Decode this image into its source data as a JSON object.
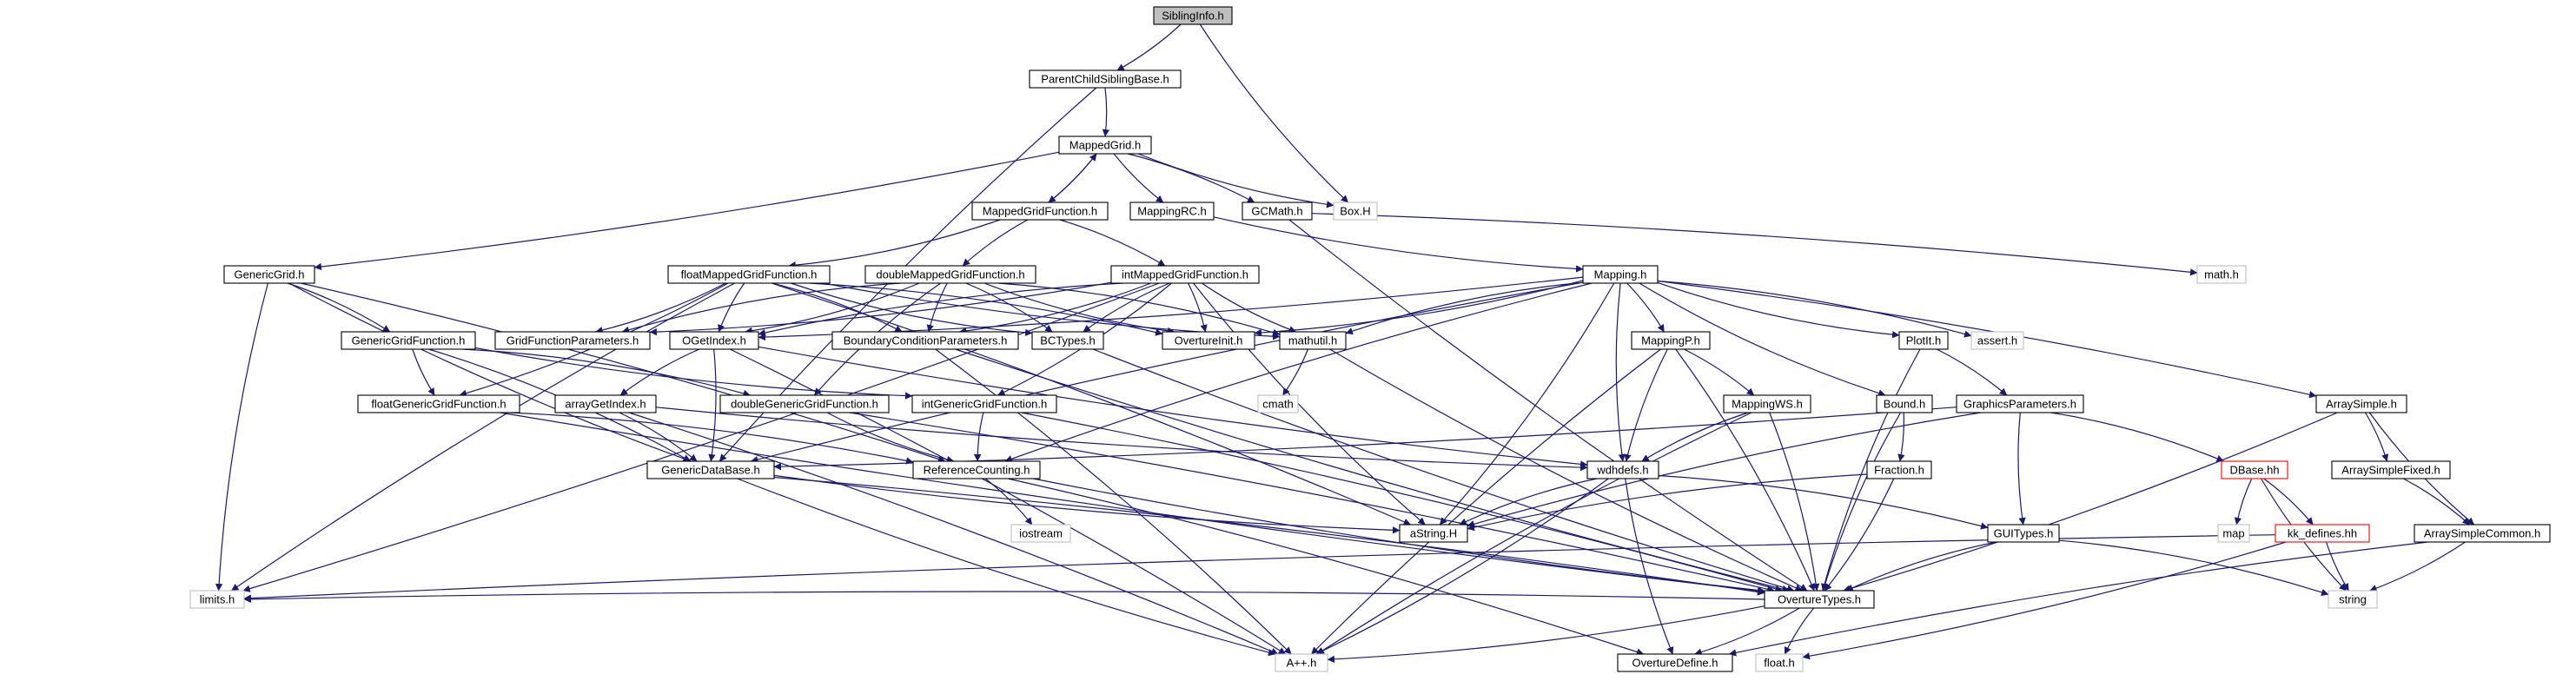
{
  "graph": {
    "nodes": [
      {
        "id": "SiblingInfo",
        "label": "SiblingInfo.h",
        "kind": "root"
      },
      {
        "id": "ParentChildSiblingBase",
        "label": "ParentChildSiblingBase.h",
        "kind": "normal"
      },
      {
        "id": "MappedGrid",
        "label": "MappedGrid.h",
        "kind": "normal"
      },
      {
        "id": "BoxH",
        "label": "Box.H",
        "kind": "external"
      },
      {
        "id": "MappedGridFunction",
        "label": "MappedGridFunction.h",
        "kind": "normal"
      },
      {
        "id": "MappingRC",
        "label": "MappingRC.h",
        "kind": "normal"
      },
      {
        "id": "GCMath",
        "label": "GCMath.h",
        "kind": "normal"
      },
      {
        "id": "mathh",
        "label": "math.h",
        "kind": "external"
      },
      {
        "id": "GenericGrid",
        "label": "GenericGrid.h",
        "kind": "normal"
      },
      {
        "id": "floatMappedGridFunction",
        "label": "floatMappedGridFunction.h",
        "kind": "normal"
      },
      {
        "id": "doubleMappedGridFunction",
        "label": "doubleMappedGridFunction.h",
        "kind": "normal"
      },
      {
        "id": "intMappedGridFunction",
        "label": "intMappedGridFunction.h",
        "kind": "normal"
      },
      {
        "id": "Mapping",
        "label": "Mapping.h",
        "kind": "normal"
      },
      {
        "id": "GenericGridFunction",
        "label": "GenericGridFunction.h",
        "kind": "normal"
      },
      {
        "id": "GridFunctionParameters",
        "label": "GridFunctionParameters.h",
        "kind": "normal"
      },
      {
        "id": "OGetIndex",
        "label": "OGetIndex.h",
        "kind": "normal"
      },
      {
        "id": "BoundaryConditionParameters",
        "label": "BoundaryConditionParameters.h",
        "kind": "normal"
      },
      {
        "id": "BCTypes",
        "label": "BCTypes.h",
        "kind": "normal"
      },
      {
        "id": "OvertureInit",
        "label": "OvertureInit.h",
        "kind": "normal"
      },
      {
        "id": "mathutil",
        "label": "mathutil.h",
        "kind": "normal"
      },
      {
        "id": "MappingP",
        "label": "MappingP.h",
        "kind": "normal"
      },
      {
        "id": "PlotIt",
        "label": "PlotIt.h",
        "kind": "normal"
      },
      {
        "id": "asserth",
        "label": "assert.h",
        "kind": "external"
      },
      {
        "id": "floatGenericGridFunction",
        "label": "floatGenericGridFunction.h",
        "kind": "normal"
      },
      {
        "id": "arrayGetIndex",
        "label": "arrayGetIndex.h",
        "kind": "normal"
      },
      {
        "id": "doubleGenericGridFunction",
        "label": "doubleGenericGridFunction.h",
        "kind": "normal"
      },
      {
        "id": "intGenericGridFunction",
        "label": "intGenericGridFunction.h",
        "kind": "normal"
      },
      {
        "id": "cmath",
        "label": "cmath",
        "kind": "external"
      },
      {
        "id": "MappingWS",
        "label": "MappingWS.h",
        "kind": "normal"
      },
      {
        "id": "Bound",
        "label": "Bound.h",
        "kind": "normal"
      },
      {
        "id": "GraphicsParameters",
        "label": "GraphicsParameters.h",
        "kind": "normal"
      },
      {
        "id": "ArraySimple",
        "label": "ArraySimple.h",
        "kind": "normal"
      },
      {
        "id": "GenericDataBase",
        "label": "GenericDataBase.h",
        "kind": "normal"
      },
      {
        "id": "ReferenceCounting",
        "label": "ReferenceCounting.h",
        "kind": "normal"
      },
      {
        "id": "wdhdefs",
        "label": "wdhdefs.h",
        "kind": "normal"
      },
      {
        "id": "Fraction",
        "label": "Fraction.h",
        "kind": "normal"
      },
      {
        "id": "DBase",
        "label": "DBase.hh",
        "kind": "truncated"
      },
      {
        "id": "ArraySimpleFixed",
        "label": "ArraySimpleFixed.h",
        "kind": "normal"
      },
      {
        "id": "aStringH",
        "label": "aString.H",
        "kind": "normal"
      },
      {
        "id": "iostream",
        "label": "iostream",
        "kind": "external"
      },
      {
        "id": "GUITypes",
        "label": "GUITypes.h",
        "kind": "normal"
      },
      {
        "id": "map",
        "label": "map",
        "kind": "external"
      },
      {
        "id": "kkdefines",
        "label": "kk_defines.hh",
        "kind": "truncated"
      },
      {
        "id": "ArraySimpleCommon",
        "label": "ArraySimpleCommon.h",
        "kind": "normal"
      },
      {
        "id": "limitsh",
        "label": "limits.h",
        "kind": "external"
      },
      {
        "id": "OvertureTypes",
        "label": "OvertureTypes.h",
        "kind": "normal"
      },
      {
        "id": "string",
        "label": "string",
        "kind": "external"
      },
      {
        "id": "Appph",
        "label": "A++.h",
        "kind": "external"
      },
      {
        "id": "OvertureDefine",
        "label": "OvertureDefine.h",
        "kind": "normal"
      },
      {
        "id": "floath",
        "label": "float.h",
        "kind": "external"
      }
    ],
    "edges": [
      [
        "SiblingInfo",
        "ParentChildSiblingBase"
      ],
      [
        "SiblingInfo",
        "BoxH"
      ],
      [
        "ParentChildSiblingBase",
        "MappedGrid"
      ],
      [
        "ParentChildSiblingBase",
        "GenericDataBase"
      ],
      [
        "MappedGrid",
        "MappedGridFunction"
      ],
      [
        "MappedGrid",
        "MappingRC"
      ],
      [
        "MappedGrid",
        "GCMath"
      ],
      [
        "MappedGrid",
        "BoxH"
      ],
      [
        "MappedGrid",
        "GenericGrid"
      ],
      [
        "MappedGridFunction",
        "MappedGrid"
      ],
      [
        "MappedGridFunction",
        "floatMappedGridFunction"
      ],
      [
        "MappedGridFunction",
        "doubleMappedGridFunction"
      ],
      [
        "MappedGridFunction",
        "intMappedGridFunction"
      ],
      [
        "MappingRC",
        "Mapping"
      ],
      [
        "GCMath",
        "mathh"
      ],
      [
        "GCMath",
        "OvertureTypes"
      ],
      [
        "GenericGrid",
        "GenericGridFunction"
      ],
      [
        "GenericGrid",
        "GenericDataBase"
      ],
      [
        "GenericGrid",
        "ReferenceCounting"
      ],
      [
        "GenericGrid",
        "limitsh"
      ],
      [
        "floatMappedGridFunction",
        "GridFunctionParameters"
      ],
      [
        "floatMappedGridFunction",
        "OGetIndex"
      ],
      [
        "floatMappedGridFunction",
        "BoundaryConditionParameters"
      ],
      [
        "floatMappedGridFunction",
        "BCTypes"
      ],
      [
        "floatMappedGridFunction",
        "OvertureInit"
      ],
      [
        "floatMappedGridFunction",
        "mathutil"
      ],
      [
        "floatMappedGridFunction",
        "floatGenericGridFunction"
      ],
      [
        "floatMappedGridFunction",
        "limitsh"
      ],
      [
        "floatMappedGridFunction",
        "aStringH"
      ],
      [
        "doubleMappedGridFunction",
        "GridFunctionParameters"
      ],
      [
        "doubleMappedGridFunction",
        "OGetIndex"
      ],
      [
        "doubleMappedGridFunction",
        "BoundaryConditionParameters"
      ],
      [
        "doubleMappedGridFunction",
        "BCTypes"
      ],
      [
        "doubleMappedGridFunction",
        "OvertureInit"
      ],
      [
        "doubleMappedGridFunction",
        "mathutil"
      ],
      [
        "doubleMappedGridFunction",
        "doubleGenericGridFunction"
      ],
      [
        "intMappedGridFunction",
        "GridFunctionParameters"
      ],
      [
        "intMappedGridFunction",
        "OGetIndex"
      ],
      [
        "intMappedGridFunction",
        "BoundaryConditionParameters"
      ],
      [
        "intMappedGridFunction",
        "BCTypes"
      ],
      [
        "intMappedGridFunction",
        "OvertureInit"
      ],
      [
        "intMappedGridFunction",
        "mathutil"
      ],
      [
        "intMappedGridFunction",
        "intGenericGridFunction"
      ],
      [
        "intMappedGridFunction",
        "aStringH"
      ],
      [
        "intMappedGridFunction",
        "limitsh"
      ],
      [
        "Mapping",
        "GenericDataBase"
      ],
      [
        "Mapping",
        "OGetIndex"
      ],
      [
        "Mapping",
        "ReferenceCounting"
      ],
      [
        "Mapping",
        "OvertureInit"
      ],
      [
        "Mapping",
        "mathutil"
      ],
      [
        "Mapping",
        "MappingP"
      ],
      [
        "Mapping",
        "PlotIt"
      ],
      [
        "Mapping",
        "asserth"
      ],
      [
        "Mapping",
        "Bound"
      ],
      [
        "Mapping",
        "ArraySimple"
      ],
      [
        "Mapping",
        "wdhdefs"
      ],
      [
        "Mapping",
        "aStringH"
      ],
      [
        "GenericGridFunction",
        "floatGenericGridFunction"
      ],
      [
        "GenericGridFunction",
        "doubleGenericGridFunction"
      ],
      [
        "GenericGridFunction",
        "intGenericGridFunction"
      ],
      [
        "GenericGridFunction",
        "GenericDataBase"
      ],
      [
        "OGetIndex",
        "arrayGetIndex"
      ],
      [
        "OGetIndex",
        "GenericDataBase"
      ],
      [
        "OGetIndex",
        "wdhdefs"
      ],
      [
        "OGetIndex",
        "Appph"
      ],
      [
        "BoundaryConditionParameters",
        "OvertureTypes"
      ],
      [
        "BoundaryConditionParameters",
        "Appph"
      ],
      [
        "BCTypes",
        "OvertureTypes"
      ],
      [
        "mathutil",
        "cmath"
      ],
      [
        "mathutil",
        "OvertureTypes"
      ],
      [
        "MappingP",
        "MappingWS"
      ],
      [
        "MappingP",
        "wdhdefs"
      ],
      [
        "MappingP",
        "OvertureTypes"
      ],
      [
        "MappingP",
        "Appph"
      ],
      [
        "PlotIt",
        "GraphicsParameters"
      ],
      [
        "PlotIt",
        "OvertureTypes"
      ],
      [
        "floatGenericGridFunction",
        "ReferenceCounting"
      ],
      [
        "floatGenericGridFunction",
        "OvertureTypes"
      ],
      [
        "arrayGetIndex",
        "GenericDataBase"
      ],
      [
        "arrayGetIndex",
        "wdhdefs"
      ],
      [
        "arrayGetIndex",
        "Appph"
      ],
      [
        "doubleGenericGridFunction",
        "ReferenceCounting"
      ],
      [
        "doubleGenericGridFunction",
        "OvertureTypes"
      ],
      [
        "intGenericGridFunction",
        "ReferenceCounting"
      ],
      [
        "intGenericGridFunction",
        "OvertureTypes"
      ],
      [
        "MappingWS",
        "wdhdefs"
      ],
      [
        "MappingWS",
        "OvertureTypes"
      ],
      [
        "MappingWS",
        "Appph"
      ],
      [
        "Bound",
        "Fraction"
      ],
      [
        "Bound",
        "OvertureTypes"
      ],
      [
        "GraphicsParameters",
        "GenericDataBase"
      ],
      [
        "GraphicsParameters",
        "GUITypes"
      ],
      [
        "GraphicsParameters",
        "DBase"
      ],
      [
        "GraphicsParameters",
        "aStringH"
      ],
      [
        "ArraySimple",
        "ArraySimpleFixed"
      ],
      [
        "ArraySimple",
        "ArraySimpleCommon"
      ],
      [
        "ArraySimple",
        "OvertureTypes"
      ],
      [
        "GenericDataBase",
        "aStringH"
      ],
      [
        "GenericDataBase",
        "OvertureTypes"
      ],
      [
        "GenericDataBase",
        "Appph"
      ],
      [
        "ReferenceCounting",
        "iostream"
      ],
      [
        "ReferenceCounting",
        "OvertureTypes"
      ],
      [
        "ReferenceCounting",
        "OvertureDefine"
      ],
      [
        "wdhdefs",
        "aStringH"
      ],
      [
        "wdhdefs",
        "GUITypes"
      ],
      [
        "wdhdefs",
        "OvertureDefine"
      ],
      [
        "wdhdefs",
        "Appph"
      ],
      [
        "Fraction",
        "aStringH"
      ],
      [
        "Fraction",
        "OvertureTypes"
      ],
      [
        "DBase",
        "map"
      ],
      [
        "DBase",
        "kkdefines"
      ],
      [
        "DBase",
        "string"
      ],
      [
        "ArraySimpleFixed",
        "ArraySimpleCommon"
      ],
      [
        "GUITypes",
        "OvertureTypes"
      ],
      [
        "GUITypes",
        "string"
      ],
      [
        "kkdefines",
        "string"
      ],
      [
        "kkdefines",
        "floath"
      ],
      [
        "kkdefines",
        "limitsh"
      ],
      [
        "ArraySimpleCommon",
        "string"
      ],
      [
        "ArraySimpleCommon",
        "OvertureDefine"
      ],
      [
        "OvertureTypes",
        "OvertureDefine"
      ],
      [
        "OvertureTypes",
        "floath"
      ],
      [
        "OvertureTypes",
        "Appph"
      ],
      [
        "OvertureTypes",
        "limitsh"
      ]
    ]
  }
}
